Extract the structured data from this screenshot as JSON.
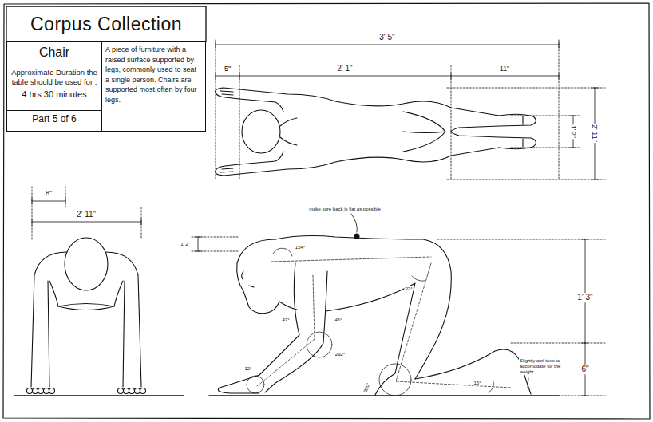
{
  "diagram": {
    "title": "Corpus Collection",
    "nodes": [
      {
        "text": [
          "Chair"
        ]
      },
      {
        "text": [
          "Approximate Duration the table should be used for :",
          "4 hrs 30 minutes"
        ]
      },
      {
        "text": [
          "Part 5 of 6"
        ]
      },
      {
        "text": [
          "A piece of furniture with a raised surface supported by legs, commonly used to seat a single person. Chairs are supported most often by four legs."
        ]
      }
    ],
    "labels": [
      "3' 5\"",
      "5\"",
      "2' 1\"",
      "11\"",
      "1' 2\"",
      "2' 11\"",
      "8\"",
      "2' 11\"",
      "make sure back is flat as possible",
      "1' 2\"",
      "154°",
      "32°",
      "43°",
      "46°",
      "292°",
      "12°",
      "300°",
      "15°",
      "1' 3\"",
      "6\"",
      "Slightly curl toes to accomodate for the weight."
    ]
  }
}
